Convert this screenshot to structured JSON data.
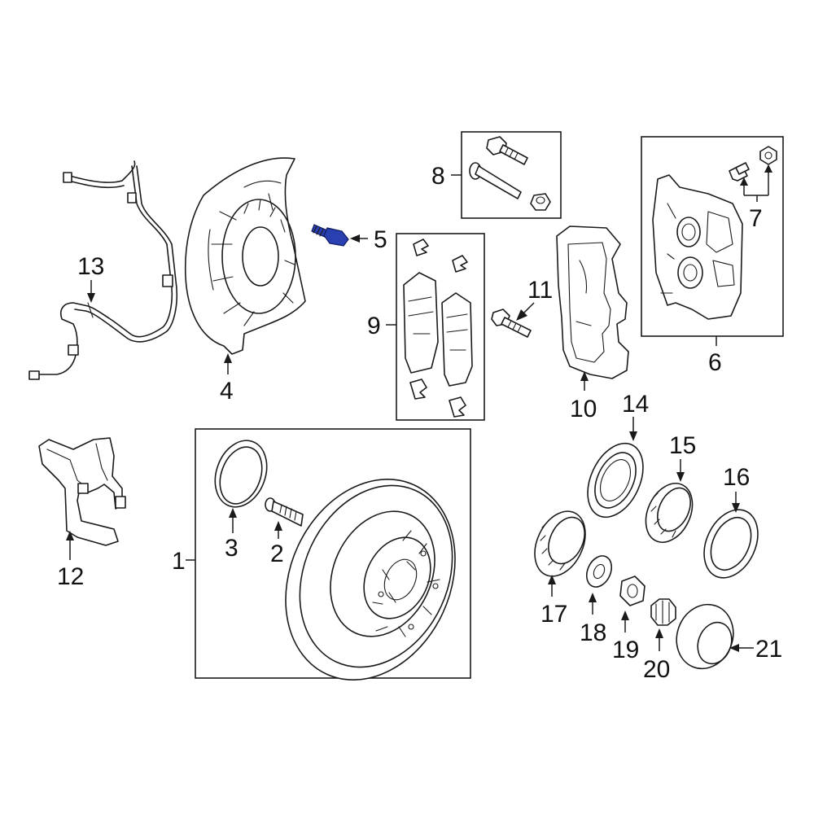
{
  "diagram": {
    "highlight_color": "#2a3fb0",
    "callouts": [
      {
        "id": "1",
        "text": "1"
      },
      {
        "id": "2",
        "text": "2"
      },
      {
        "id": "3",
        "text": "3"
      },
      {
        "id": "4",
        "text": "4"
      },
      {
        "id": "5",
        "text": "5"
      },
      {
        "id": "6",
        "text": "6"
      },
      {
        "id": "7",
        "text": "7"
      },
      {
        "id": "8",
        "text": "8"
      },
      {
        "id": "9",
        "text": "9"
      },
      {
        "id": "10",
        "text": "10"
      },
      {
        "id": "11",
        "text": "11"
      },
      {
        "id": "12",
        "text": "12"
      },
      {
        "id": "13",
        "text": "13"
      },
      {
        "id": "14",
        "text": "14"
      },
      {
        "id": "15",
        "text": "15"
      },
      {
        "id": "16",
        "text": "16"
      },
      {
        "id": "17",
        "text": "17"
      },
      {
        "id": "18",
        "text": "18"
      },
      {
        "id": "19",
        "text": "19"
      },
      {
        "id": "20",
        "text": "20"
      },
      {
        "id": "21",
        "text": "21"
      }
    ]
  }
}
